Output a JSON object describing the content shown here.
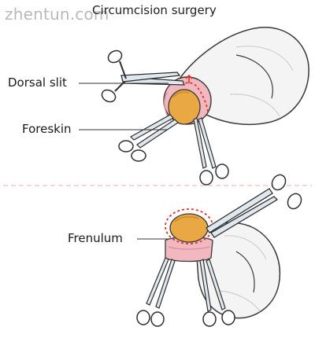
{
  "watermark": "zhentun.com",
  "title": "Circumcision surgery",
  "labels": {
    "dorsal_slit": "Dorsal slit",
    "foreskin": "Foreskin",
    "frenulum": "Frenulum"
  },
  "colors": {
    "skin_fill": "#f4f4f4",
    "skin_outline": "#3a3a3a",
    "glans": "#e9a843",
    "glans_dark": "#c98a2a",
    "foreskin": "#f1b8c0",
    "foreskin_dark": "#d98e9a",
    "instrument": "#dfe7ef",
    "instrument_outline": "#2f2f2f",
    "dashed_marker": "#e0342b",
    "divider": "#f2a8a8"
  }
}
